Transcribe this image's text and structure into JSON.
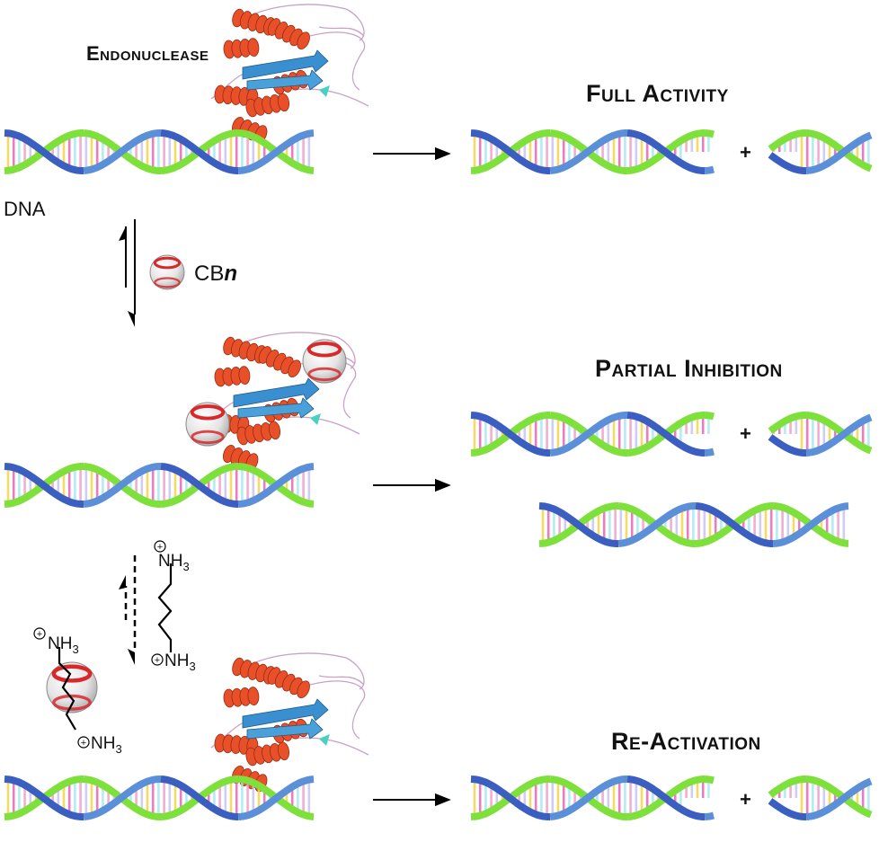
{
  "labels": {
    "endonuclease": "Endonuclease",
    "dna": "DNA",
    "cb_prefix": "CB",
    "cb_n": "n",
    "full_activity": "Full Activity",
    "partial_inhibition": "Partial Inhibition",
    "re_activation": "Re-Activation",
    "plus": "+",
    "nh3": "NH",
    "nh3_sub": "3",
    "charge": "+"
  },
  "colors": {
    "strand_green": "#7ee03a",
    "strand_blue": "#5b8fd8",
    "strand_dark_blue": "#3b5fc0",
    "protein_helix": "#e8502a",
    "protein_sheet": "#3a8fd0",
    "protein_loop": "#c9a0c8",
    "macrocycle_rim": "#d8282a",
    "arrow": "#000000",
    "base_colors": [
      "#f2d64a",
      "#e866b8",
      "#a6e8f0",
      "#f0a0c8",
      "#c8c4f4"
    ]
  },
  "icons": [
    "endonuclease-protein-icon",
    "dna-helix-icon",
    "cucurbituril-icon",
    "diaminobutane-icon"
  ]
}
